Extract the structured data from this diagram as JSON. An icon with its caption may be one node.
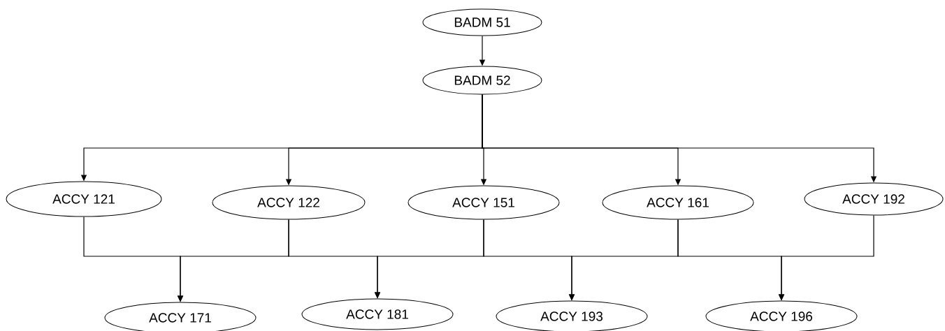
{
  "diagram": {
    "nodes": [
      {
        "text": [
          "BADM 51"
        ]
      },
      {
        "text": [
          "BADM 52"
        ]
      },
      {
        "text": [
          "ACCY 121"
        ]
      },
      {
        "text": [
          "ACCY 122"
        ]
      },
      {
        "text": [
          "ACCY 151"
        ]
      },
      {
        "text": [
          "ACCY 161"
        ]
      },
      {
        "text": [
          "ACCY 192"
        ]
      },
      {
        "text": [
          "ACCY 171"
        ]
      },
      {
        "text": [
          "ACCY 181"
        ]
      },
      {
        "text": [
          "ACCY 193"
        ]
      },
      {
        "text": [
          "ACCY 196"
        ]
      }
    ],
    "edges": [
      {
        "from": 0,
        "to": 1,
        "arrow": "to"
      },
      {
        "from": 1,
        "to": 2,
        "arrow": "to"
      },
      {
        "from": 1,
        "to": 3,
        "arrow": "to"
      },
      {
        "from": 1,
        "to": 4,
        "arrow": "to"
      },
      {
        "from": 1,
        "to": 5,
        "arrow": "to"
      },
      {
        "from": 1,
        "to": 6,
        "arrow": "to"
      },
      {
        "from": 2,
        "to": 7,
        "arrow": "to"
      },
      {
        "from": 3,
        "to": 7,
        "arrow": "to"
      },
      {
        "from": 3,
        "to": 8,
        "arrow": "to"
      },
      {
        "from": 4,
        "to": 8,
        "arrow": "to"
      },
      {
        "from": 4,
        "to": 9,
        "arrow": "to"
      },
      {
        "from": 5,
        "to": 9,
        "arrow": "to"
      },
      {
        "from": 5,
        "to": 10,
        "arrow": "to"
      },
      {
        "from": 6,
        "to": 10,
        "arrow": "to"
      }
    ]
  }
}
